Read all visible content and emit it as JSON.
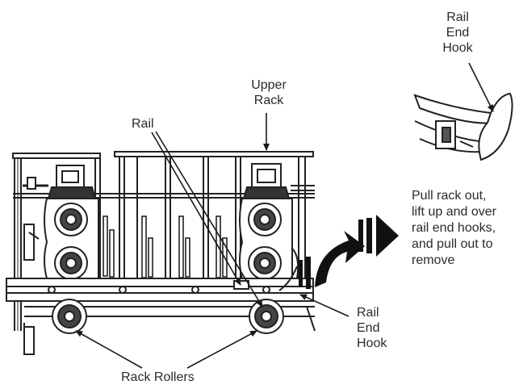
{
  "labels": {
    "rail_end_hook_top": [
      "Rail",
      "End",
      "Hook"
    ],
    "upper_rack": [
      "Upper",
      "Rack"
    ],
    "rail": "Rail",
    "rail_end_hook_side": [
      "Rail",
      "End",
      "Hook"
    ],
    "rack_rollers": "Rack Rollers"
  },
  "instruction": [
    "Pull rack out,",
    "lift up and over",
    "rail end hooks,",
    "and pull out to",
    "remove"
  ]
}
